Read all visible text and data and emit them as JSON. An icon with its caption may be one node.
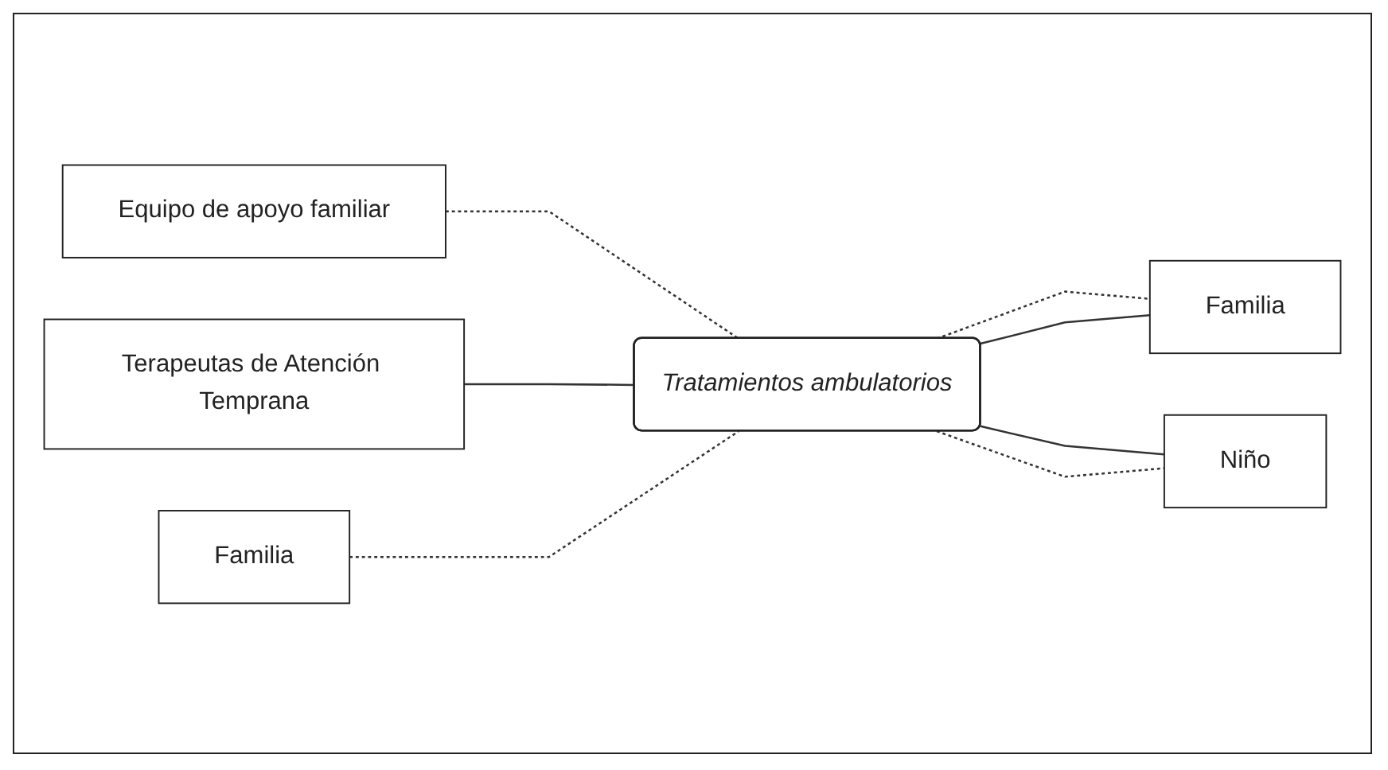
{
  "diagram": {
    "nodes": [
      {
        "text": [
          "Equipo de apoyo familiar"
        ]
      },
      {
        "text": [
          "Terapeutas de Atención Temprana"
        ]
      },
      {
        "text": [
          "Familia"
        ]
      },
      {
        "text": [
          "Tratamientos ambulatorios"
        ]
      },
      {
        "text": [
          "Familia"
        ]
      },
      {
        "text": [
          "Niño"
        ]
      }
    ],
    "edges": [
      {
        "from": 0,
        "to": 3,
        "arrow": "none",
        "style": "dashed"
      },
      {
        "from": 1,
        "to": 3,
        "arrow": "none"
      },
      {
        "from": 2,
        "to": 3,
        "arrow": "none",
        "style": "dashed"
      },
      {
        "from": 3,
        "to": 4,
        "arrow": "none",
        "style": "dashed"
      },
      {
        "from": 3,
        "to": 4,
        "arrow": "none"
      },
      {
        "from": 3,
        "to": 5,
        "arrow": "none"
      },
      {
        "from": 3,
        "to": 5,
        "arrow": "none",
        "style": "dashed"
      }
    ]
  }
}
